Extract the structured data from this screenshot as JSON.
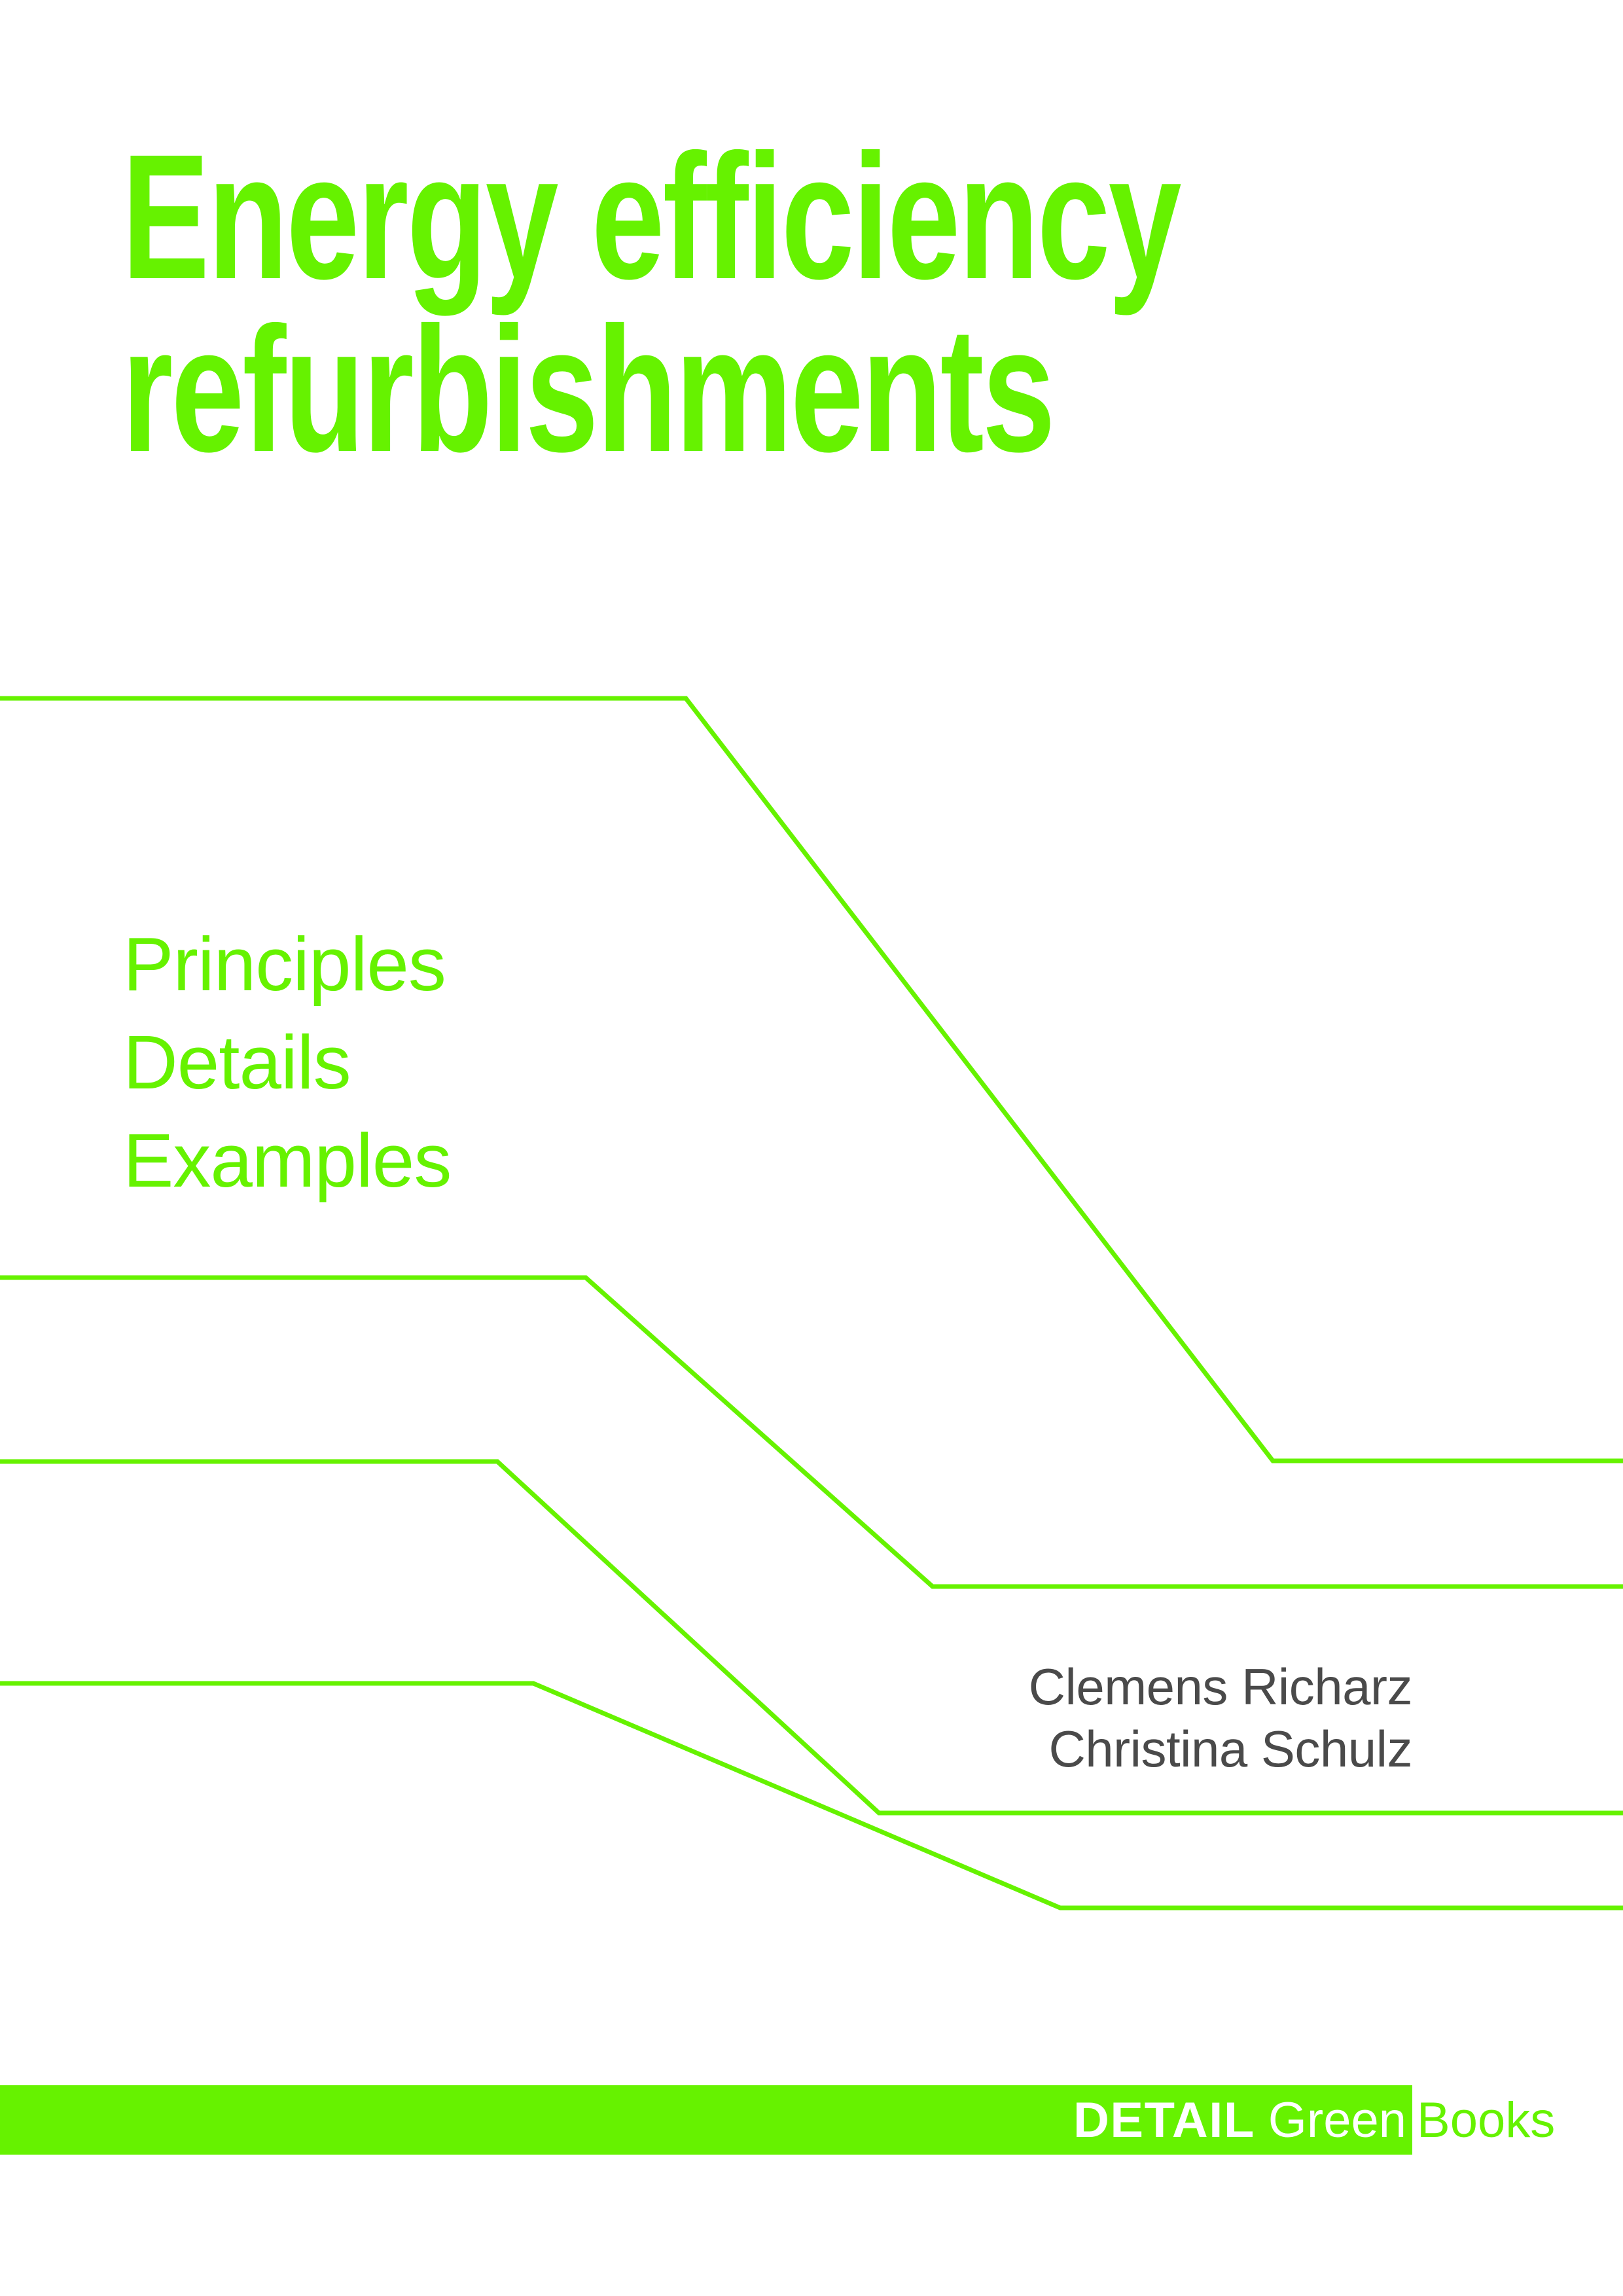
{
  "cover": {
    "background_color": "#ffffff",
    "accent_color": "#66f200",
    "author_color": "#4a4a4a"
  },
  "title": {
    "line1": "Energy efficiency",
    "line2": "refurbishments"
  },
  "subtitle": {
    "line1": "Principles",
    "line2": "Details",
    "line3": "Examples"
  },
  "authors": {
    "author1": "Clemens Richarz",
    "author2": "Christina Schulz"
  },
  "publisher": {
    "brand": "DETAIL",
    "series": "Green",
    "kind": "Books"
  },
  "graphic": {
    "description": "four descending stepped polylines",
    "stroke_color": "#66f200",
    "stroke_width": 7,
    "polylines": [
      "M 0,1067 L 1048,1067 L 1945,2232 L 2480,2232",
      "M 0,1952 L 895,1952 L 1425,2424 L 2480,2424",
      "M 0,2233 L 760,2233 L 1343,2770 L 2480,2770",
      "M 0,2572 L 815,2572 L 1620,2915 L 2480,2915"
    ]
  }
}
